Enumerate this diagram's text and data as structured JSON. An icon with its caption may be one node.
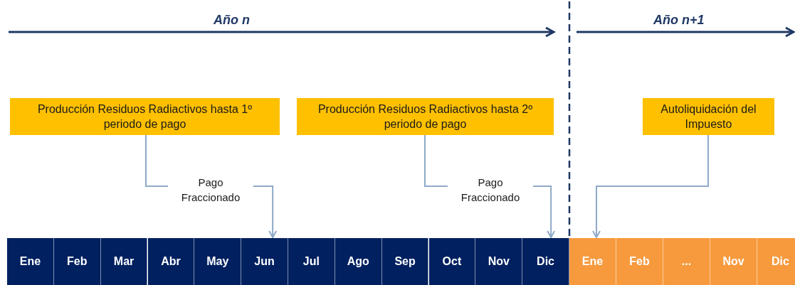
{
  "diagram": {
    "nodes": [
      {
        "text": [
          "Producción Residuos Radiactivos hasta 1º periodo de pago"
        ]
      },
      {
        "text": [
          "Producción Residuos Radiactivos hasta 2º periodo de pago"
        ]
      },
      {
        "text": [
          "Autoliquidación del Impuesto"
        ]
      },
      {
        "text": [
          "Ene"
        ]
      },
      {
        "text": [
          "Feb"
        ]
      },
      {
        "text": [
          "Mar"
        ]
      },
      {
        "text": [
          "Abr"
        ]
      },
      {
        "text": [
          "May"
        ]
      },
      {
        "text": [
          "Jun"
        ]
      },
      {
        "text": [
          "Jul"
        ]
      },
      {
        "text": [
          "Ago"
        ]
      },
      {
        "text": [
          "Sep"
        ]
      },
      {
        "text": [
          "Oct"
        ]
      },
      {
        "text": [
          "Nov"
        ]
      },
      {
        "text": [
          "Dic"
        ]
      },
      {
        "text": [
          "Ene"
        ]
      },
      {
        "text": [
          "Feb"
        ]
      },
      {
        "text": [
          "..."
        ]
      },
      {
        "text": [
          "Nov"
        ]
      },
      {
        "text": [
          "Dic"
        ]
      }
    ],
    "edges": [
      {
        "from": 0,
        "to": 8,
        "arrow": "to",
        "label": "Pago Fraccionado"
      },
      {
        "from": 1,
        "to": 14,
        "arrow": "to",
        "label": "Pago Fraccionado"
      },
      {
        "from": 2,
        "to": 15,
        "arrow": "to"
      }
    ],
    "labels": [
      "Año n",
      "Año n+1"
    ]
  }
}
